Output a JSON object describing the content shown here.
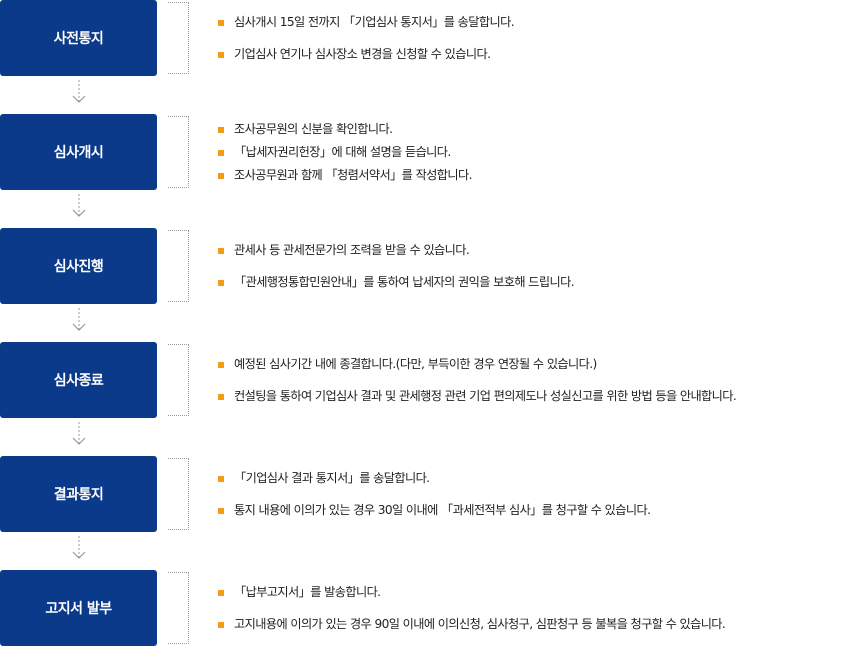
{
  "colors": {
    "step_box": "#0b3a8a",
    "step_text": "#ffffff",
    "bullet": "#f39c12",
    "connector": "#9a9a9a",
    "body_text": "#222222"
  },
  "steps": [
    {
      "title": "사전통지",
      "items": [
        "심사개시 15일 전까지 「기업심사 통지서」를 송달합니다.",
        "기업심사 연기나 심사장소 변경을 신청할 수 있습니다."
      ]
    },
    {
      "title": "심사개시",
      "items": [
        "조사공무원의 신분을 확인합니다.",
        "「납세자권리헌장」에 대해 설명을 듣습니다.",
        "조사공무원과 함께 「청렴서약서」를 작성합니다."
      ]
    },
    {
      "title": "심사진행",
      "items": [
        "관세사 등 관세전문가의 조력을 받을 수 있습니다.",
        "「관세행정통합민원안내」를 통하여 납세자의 권익을 보호해 드립니다."
      ]
    },
    {
      "title": "심사종료",
      "items": [
        "예정된 심사기간 내에 종결합니다.(다만, 부득이한 경우 연장될 수 있습니다.)",
        "컨설팅을 통하여 기업심사 결과 및 관세행정 관련 기업 편의제도나 성실신고를 위한 방법 등을 안내합니다."
      ]
    },
    {
      "title": "결과통지",
      "items": [
        "「기업심사 결과 통지서」를 송달합니다.",
        "통지 내용에 이의가 있는 경우 30일 이내에 「과세전적부 심사」를 청구할 수 있습니다."
      ]
    },
    {
      "title": "고지서 발부",
      "items": [
        "「납부고지서」를 발송합니다.",
        "고지내용에 이의가 있는 경우 90일 이내에 이의신청, 심사청구, 심판청구 등 불복을 청구할 수 있습니다."
      ]
    }
  ]
}
